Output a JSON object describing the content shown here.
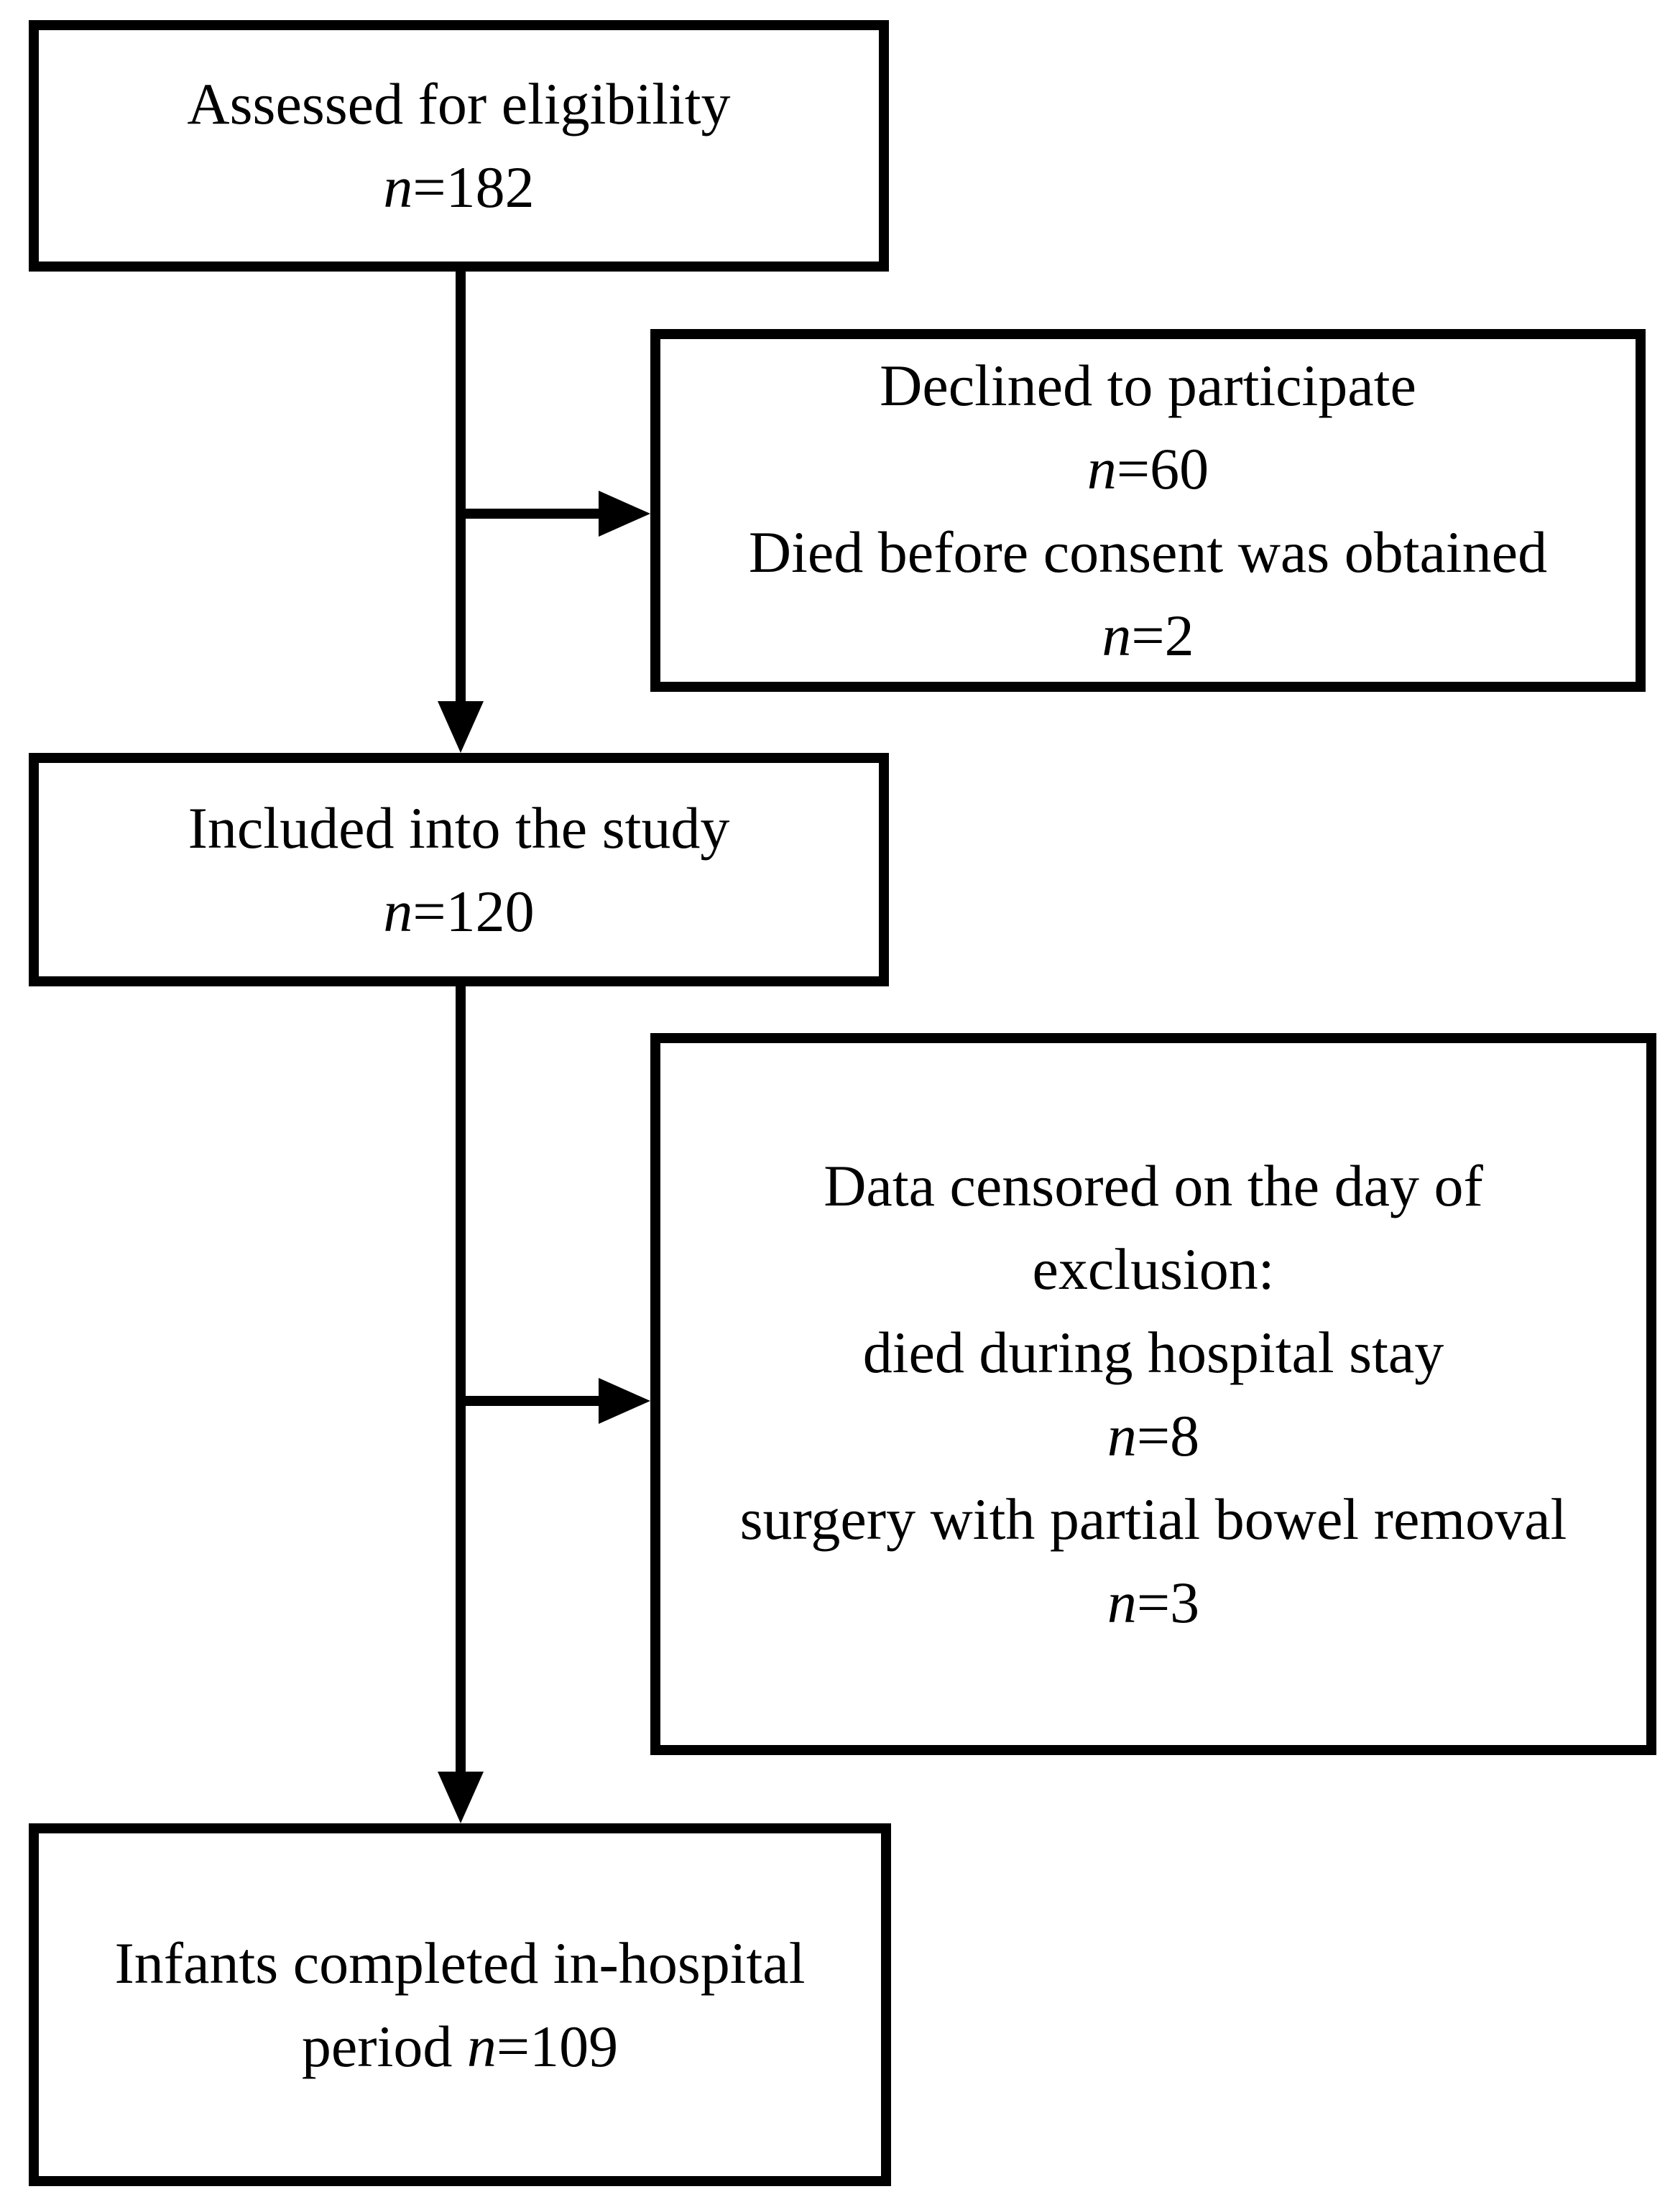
{
  "figure": {
    "type": "flowchart",
    "background_color": "#ffffff",
    "line_color": "#000000",
    "text_color": "#000000",
    "boxes": [
      {
        "id": "assessed",
        "lines": [
          {
            "text": "Assessed for eligibility"
          },
          {
            "n": "n",
            "rest": "=182"
          }
        ]
      },
      {
        "id": "declined",
        "lines": [
          {
            "text": "Declined to participate"
          },
          {
            "n": "n",
            "rest": "=60"
          },
          {
            "text": "Died before consent was obtained"
          },
          {
            "n": "n",
            "rest": "=2"
          }
        ]
      },
      {
        "id": "included",
        "lines": [
          {
            "text": "Included into the study"
          },
          {
            "n": "n",
            "rest": "=120"
          }
        ]
      },
      {
        "id": "censored",
        "lines": [
          {
            "text": "Data censored on the day of"
          },
          {
            "text": "exclusion:"
          },
          {
            "text": "died during hospital stay"
          },
          {
            "n": "n",
            "rest": "=8"
          },
          {
            "text": "surgery with partial bowel removal"
          },
          {
            "n": "n",
            "rest": "=3"
          }
        ]
      },
      {
        "id": "completed",
        "lines": [
          {
            "text": "Infants completed in-hospital"
          },
          {
            "text": "period ",
            "n": "n",
            "rest": "=109"
          }
        ]
      }
    ],
    "edges": [
      {
        "from": "assessed",
        "to": "included",
        "direction": "down"
      },
      {
        "from": "assessed-included-stem",
        "to": "declined",
        "direction": "right"
      },
      {
        "from": "included",
        "to": "completed",
        "direction": "down"
      },
      {
        "from": "included-completed-stem",
        "to": "censored",
        "direction": "right"
      }
    ]
  }
}
